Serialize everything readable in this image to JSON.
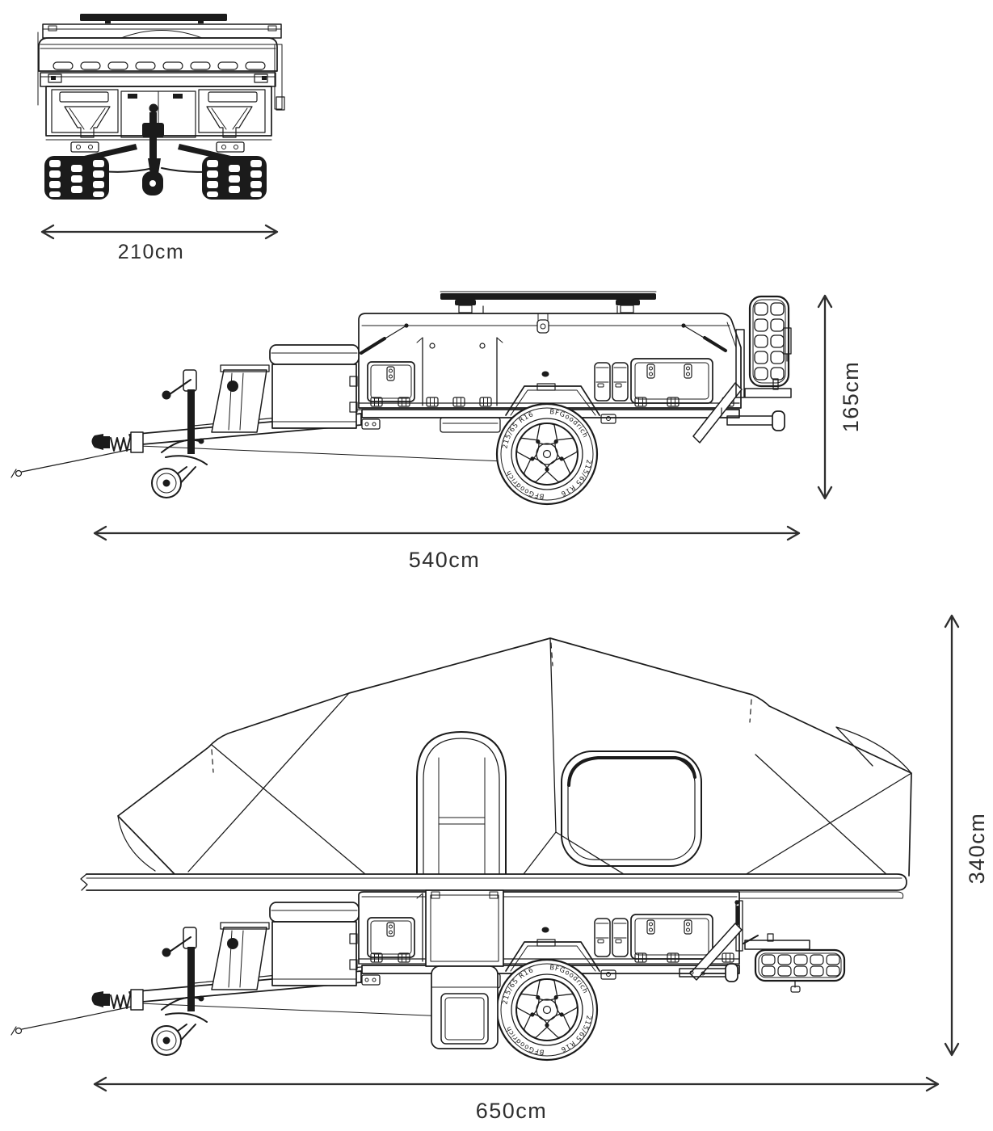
{
  "colors": {
    "background": "#ffffff",
    "line": "#1b1b1b",
    "dimension": "#2e2e2e"
  },
  "views": {
    "front": {
      "width_label": "210cm"
    },
    "side_closed": {
      "length_label": "540cm",
      "height_label": "165cm"
    },
    "side_open": {
      "length_label": "650cm",
      "height_label": "340cm"
    }
  },
  "tire": {
    "brand": "BFGoodrich",
    "size": "215/65 R16"
  }
}
